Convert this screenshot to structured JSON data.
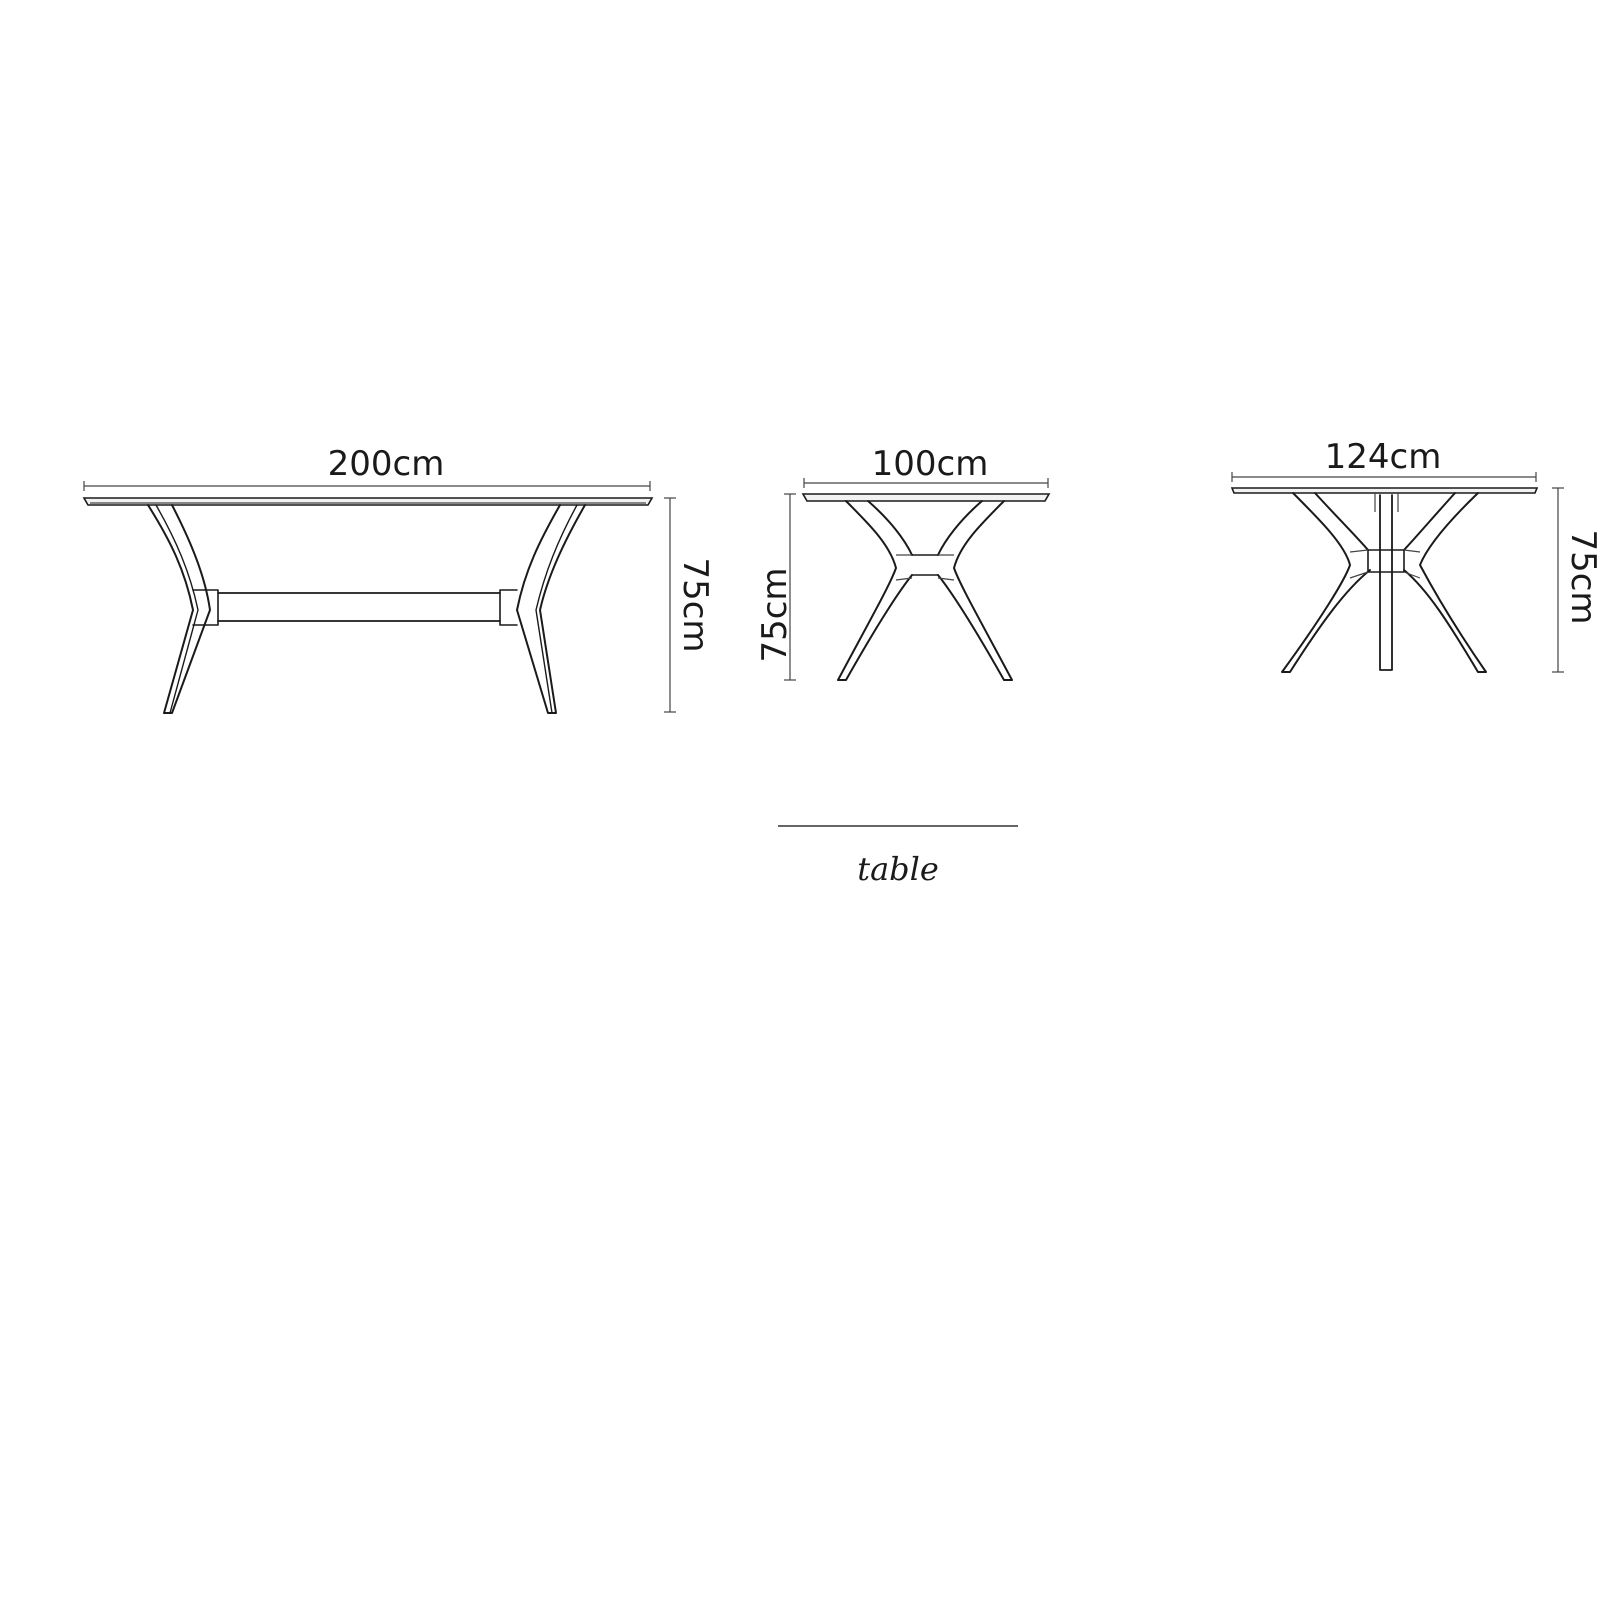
{
  "caption": {
    "label": "table",
    "rule_color": "#666666"
  },
  "views": [
    {
      "id": "long-side",
      "width_label": "200cm",
      "height_label": "75cm",
      "height_label_side": "right"
    },
    {
      "id": "short-side",
      "width_label": "100cm",
      "height_label": "75cm",
      "height_label_side": "left"
    },
    {
      "id": "corner",
      "width_label": "124cm",
      "height_label": "75cm",
      "height_label_side": "right"
    }
  ],
  "colors": {
    "background": "#ffffff",
    "ink": "#1a1a1a"
  }
}
